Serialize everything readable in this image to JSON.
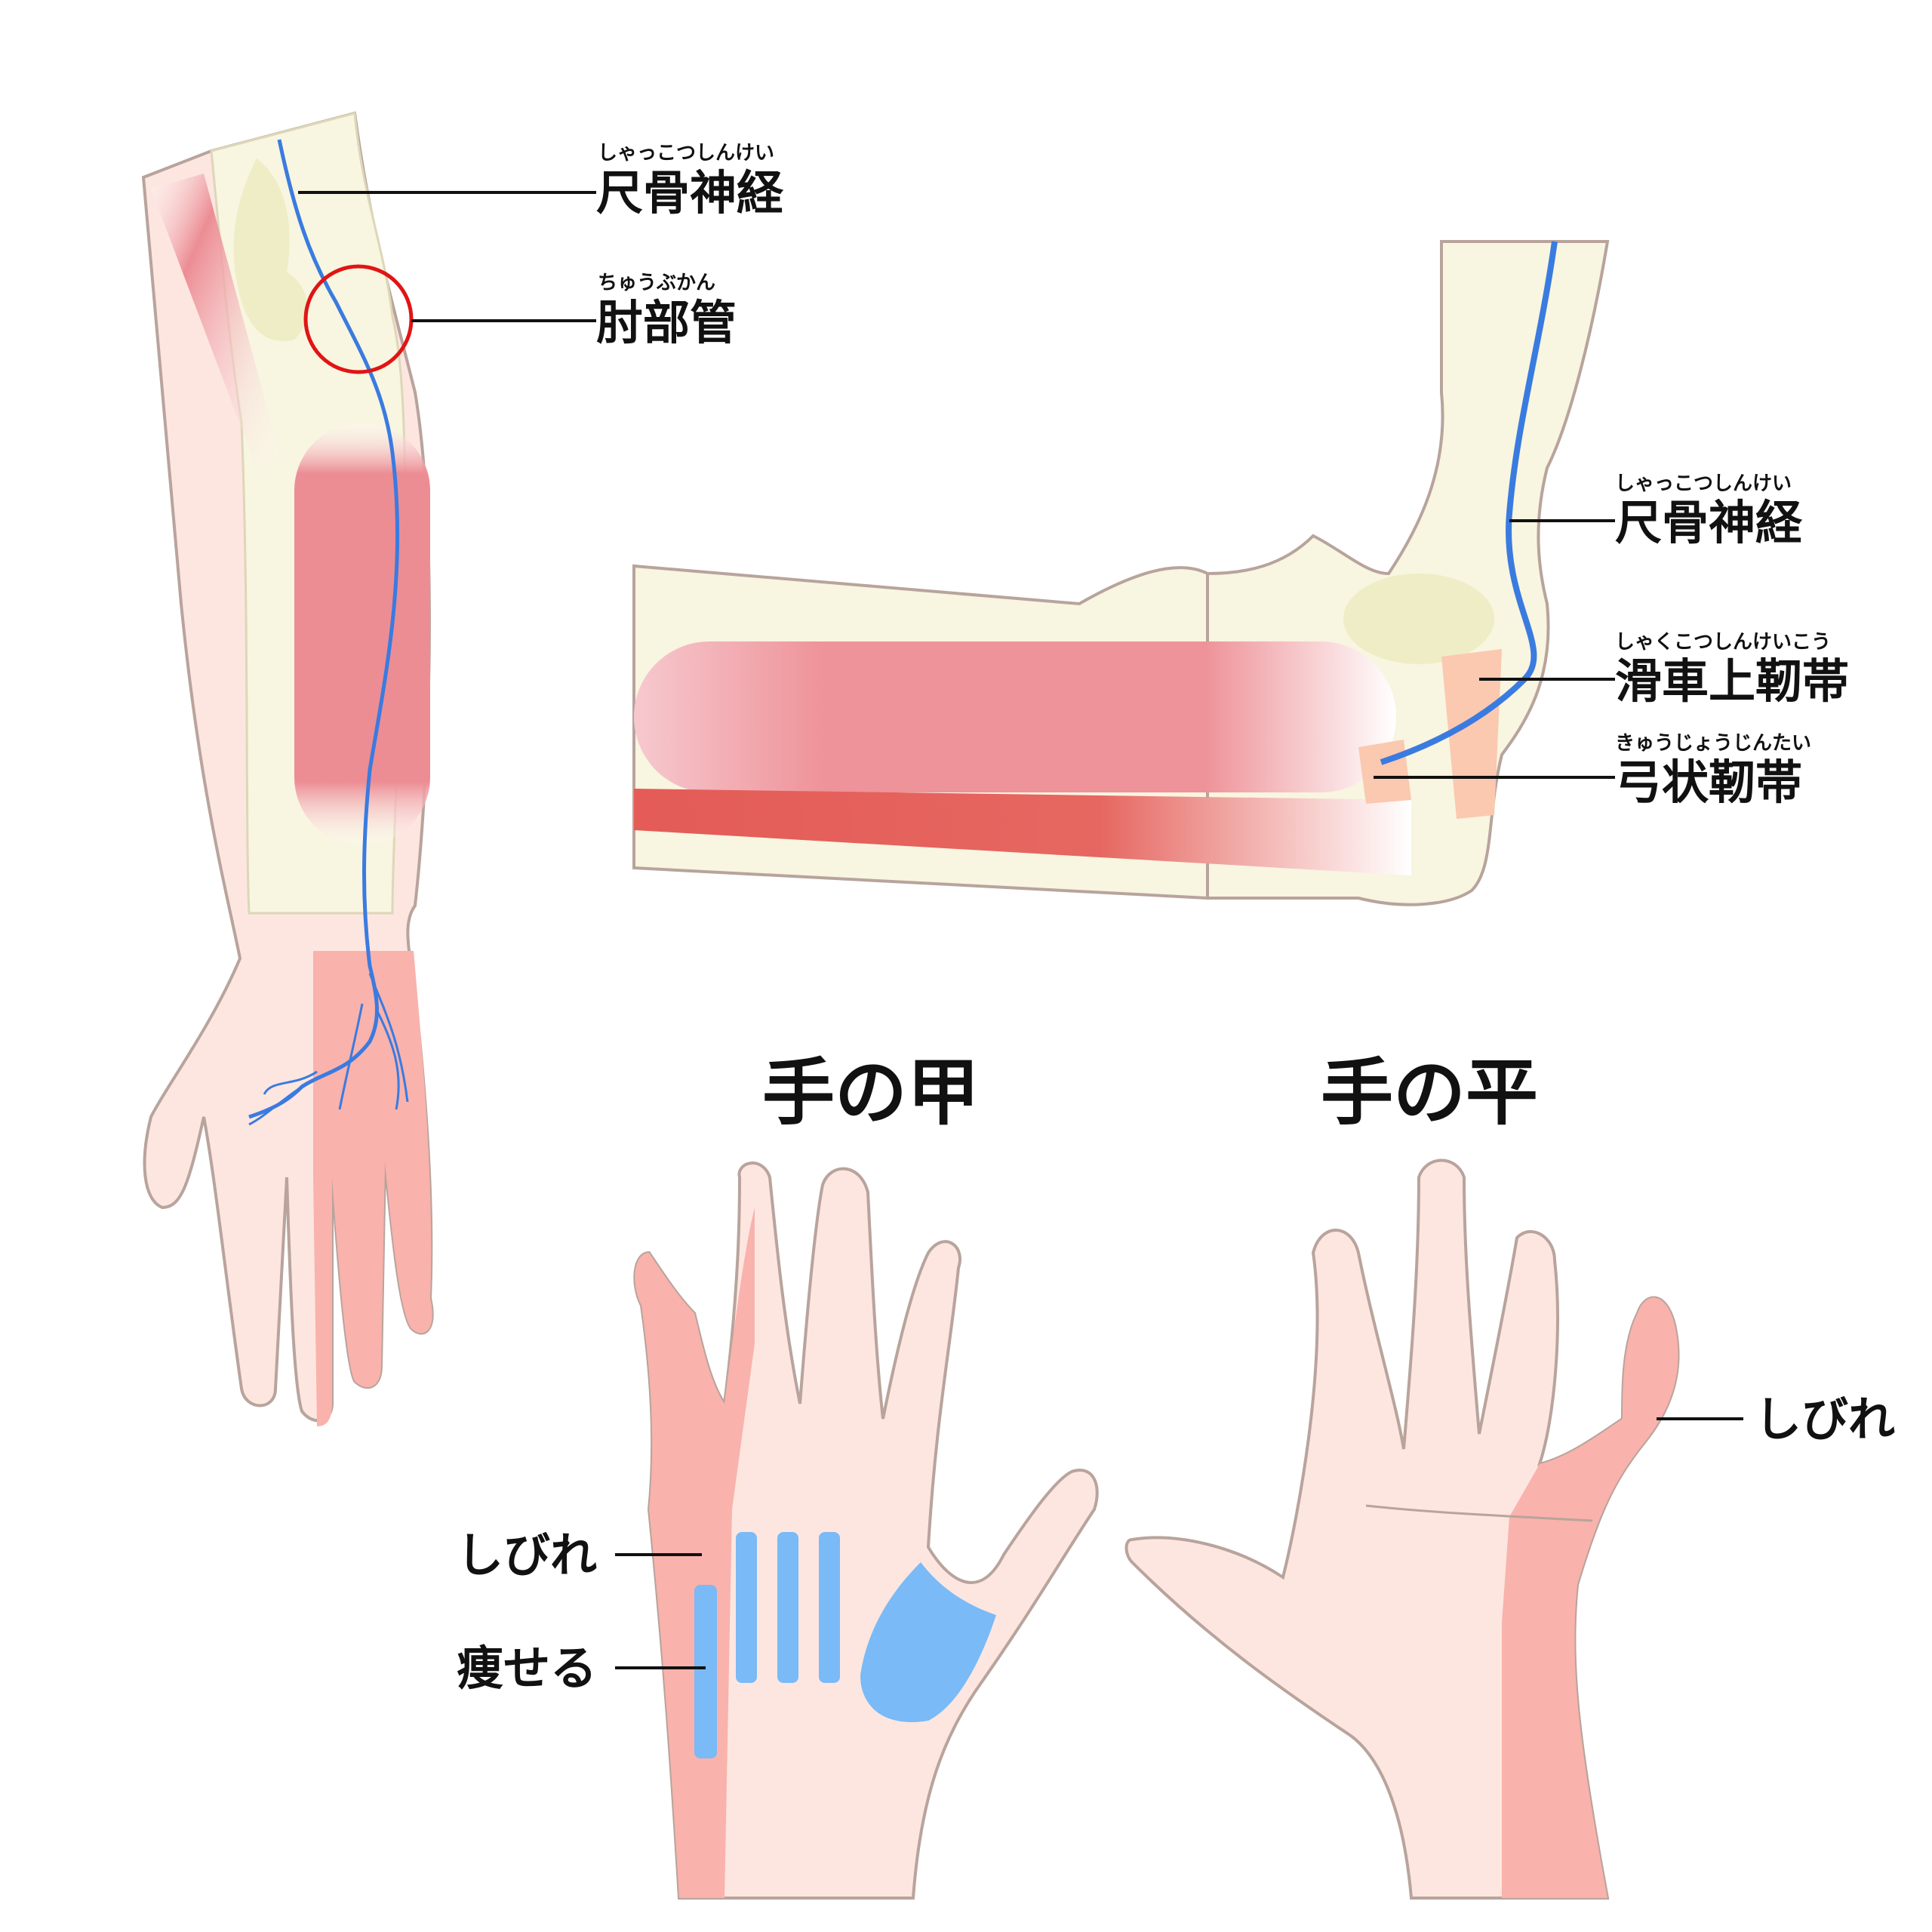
{
  "colors": {
    "skin": "#fde6e0",
    "skin_outline": "#b8a49c",
    "bone": "#f8f5e0",
    "bone_shade": "#efedc6",
    "muscle": "#ec8d94",
    "muscle_dark": "#e45b57",
    "nerve": "#3a7be0",
    "numb_zone": "#f9b2ac",
    "atrophy": "#79baf7",
    "ligament": "#fbc8b0",
    "circle": "#e11414"
  },
  "forearm": {
    "nerve_label": "尺骨神経",
    "nerve_ruby": "しゃっこつしんけい",
    "tunnel_label": "肘部管",
    "tunnel_ruby": "ちゅうぶかん"
  },
  "elbow": {
    "nerve_label": "尺骨神経",
    "nerve_ruby": "しゃっこつしんけい",
    "ligament1_label": "滑車上靭帯",
    "ligament1_ruby": "しゃくこつしんけいこう",
    "ligament2_label": "弓状靭帯",
    "ligament2_ruby": "きゅうじょうじんたい"
  },
  "back_of_hand": {
    "title": "手の甲",
    "numb_label": "しびれ",
    "atrophy_label": "痩せる"
  },
  "palm": {
    "title": "手の平",
    "numb_label": "しびれ"
  }
}
